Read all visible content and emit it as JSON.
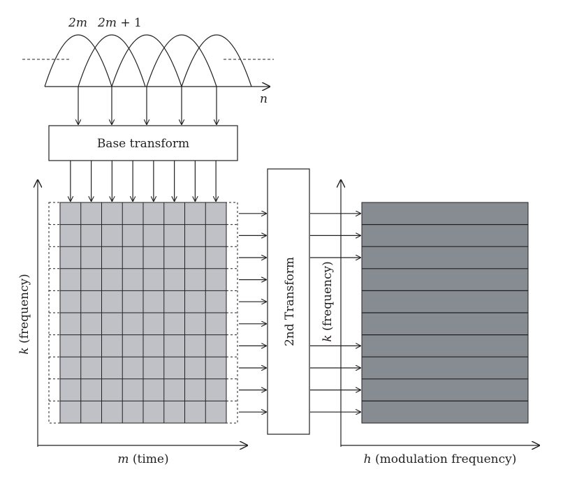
{
  "labels": {
    "two_m": "2m",
    "two_m_plus_one_var": "2m",
    "two_m_plus_one_suffix": " + 1",
    "n_axis": "n",
    "base_transform": "Base transform",
    "second_transform": "2nd Transform",
    "left_y_var": "k",
    "left_y_unit": " (frequency)",
    "left_x_var": "m",
    "left_x_unit": " (time)",
    "right_y_var": "k",
    "right_y_unit": " (frequency)",
    "right_x_var": "h",
    "right_x_unit": " (modulation frequency)"
  },
  "colors": {
    "ink": "#231f20",
    "grid_fill": "#bfc1c7",
    "output_fill": "#868c91"
  }
}
